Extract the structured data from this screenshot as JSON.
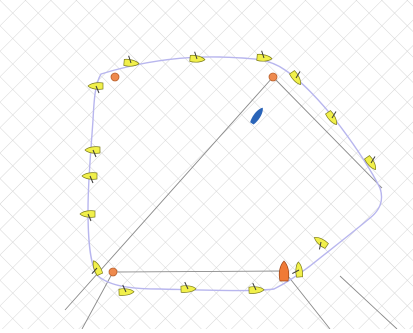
{
  "colors": {
    "background": "#ffffff",
    "grid": "#d6d6d6",
    "course_line": "#8a8a8a",
    "track": "#b8b6ee",
    "mark_fill": "#ee8a4e",
    "mark_stroke": "#b9622f",
    "boat_fill": "#f1f04a",
    "boat_stroke": "#7c7c1c",
    "sail": "#3a3a3a",
    "wind_arrow": "#2a64b8",
    "player_boat": "#f07a36"
  },
  "icons": {
    "mark": "orange-circle",
    "boat": "yellow-hull",
    "player": "orange-hull",
    "wind": "blue-arrow"
  }
}
